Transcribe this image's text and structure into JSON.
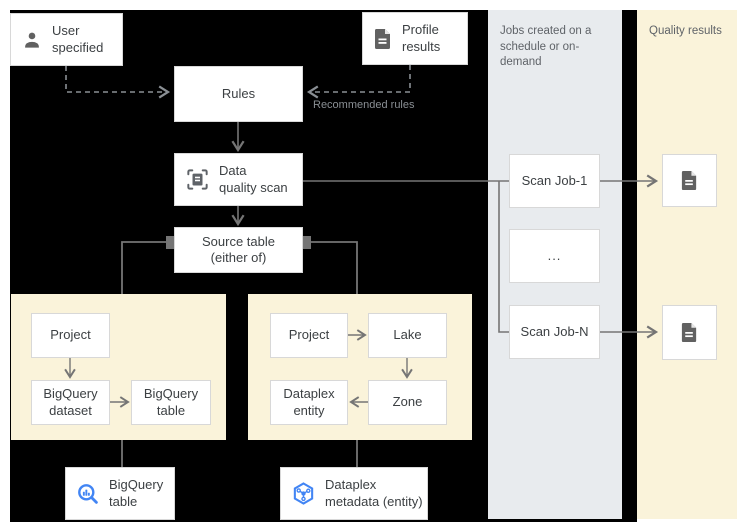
{
  "columns": {
    "jobs": {
      "label": "Jobs created on a schedule or on-demand"
    },
    "quality": {
      "label": "Quality results"
    }
  },
  "nodes": {
    "user_specified": {
      "label": "User specified"
    },
    "profile_results": {
      "label": "Profile results"
    },
    "rules": {
      "label": "Rules"
    },
    "data_quality_scan": {
      "line1": "Data",
      "line2": "quality scan"
    },
    "source_table": {
      "line1": "Source table",
      "line2": "(either of)"
    },
    "bq_panel": {
      "project": "Project",
      "dataset": "BigQuery dataset",
      "table": "BigQuery table"
    },
    "dataplex_panel": {
      "project": "Project",
      "lake": "Lake",
      "zone": "Zone",
      "entity": "Dataplex entity"
    },
    "bigquery_table_bottom": {
      "label": "BigQuery table"
    },
    "dataplex_metadata_bottom": {
      "line1": "Dataplex",
      "line2": "metadata (entity)"
    },
    "scan_job_1": {
      "label": "Scan Job-1"
    },
    "scan_job_ellipsis": {
      "label": "..."
    },
    "scan_job_n": {
      "label": "Scan Job-N"
    }
  },
  "edges": {
    "recommended_rules_label": "Recommended rules"
  },
  "icons": {
    "user_specified": "person-icon",
    "profile_results": "document-icon",
    "data_quality_scan": "scan-frame-document-icon",
    "bigquery_table": "bigquery-magnifier-icon",
    "dataplex_metadata": "dataplex-hexagon-network-icon",
    "quality_result_1": "document-icon",
    "quality_result_2": "document-icon"
  },
  "colors": {
    "background": "#000000",
    "page": "#ffffff",
    "jobs_column_bg": "#e8ebee",
    "quality_column_bg": "#faf3da",
    "panel_bg": "#faf3da",
    "box_border": "#d8d8d8",
    "text": "#3c4043",
    "muted_text": "#5f6368",
    "connector": "#757575",
    "icon_gray": "#616161",
    "google_blue": "#4285f4"
  }
}
